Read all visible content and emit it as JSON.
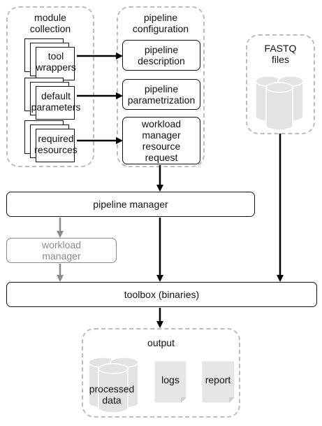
{
  "module_collection": {
    "title_line1": "module",
    "title_line2": "collection",
    "items": [
      {
        "line1": "tool",
        "line2": "wrappers"
      },
      {
        "line1": "default",
        "line2": "parameters"
      },
      {
        "line1": "required",
        "line2": "resources"
      }
    ]
  },
  "pipeline_configuration": {
    "title_line1": "pipeline",
    "title_line2": "configuration",
    "items": [
      {
        "lines": [
          "pipeline",
          "description"
        ]
      },
      {
        "lines": [
          "pipeline",
          "parametrization"
        ]
      },
      {
        "lines": [
          "workload",
          "manager",
          "resource",
          "request"
        ]
      }
    ]
  },
  "fastq": {
    "line1": "FASTQ",
    "line2": "files"
  },
  "pipeline_manager": "pipeline manager",
  "workload_manager": {
    "line1": "workload",
    "line2": "manager"
  },
  "toolbox": "toolbox (binaries)",
  "output": {
    "title": "output",
    "processed_line1": "processed",
    "processed_line2": "data",
    "logs": "logs",
    "report": "report"
  },
  "colors": {
    "arrow": "#000000",
    "grey_arrow": "#8a8a8a",
    "dash": "#bdbdbd",
    "cylinder": "#e3e3e3",
    "doc_fill": "#e6e6e6"
  }
}
